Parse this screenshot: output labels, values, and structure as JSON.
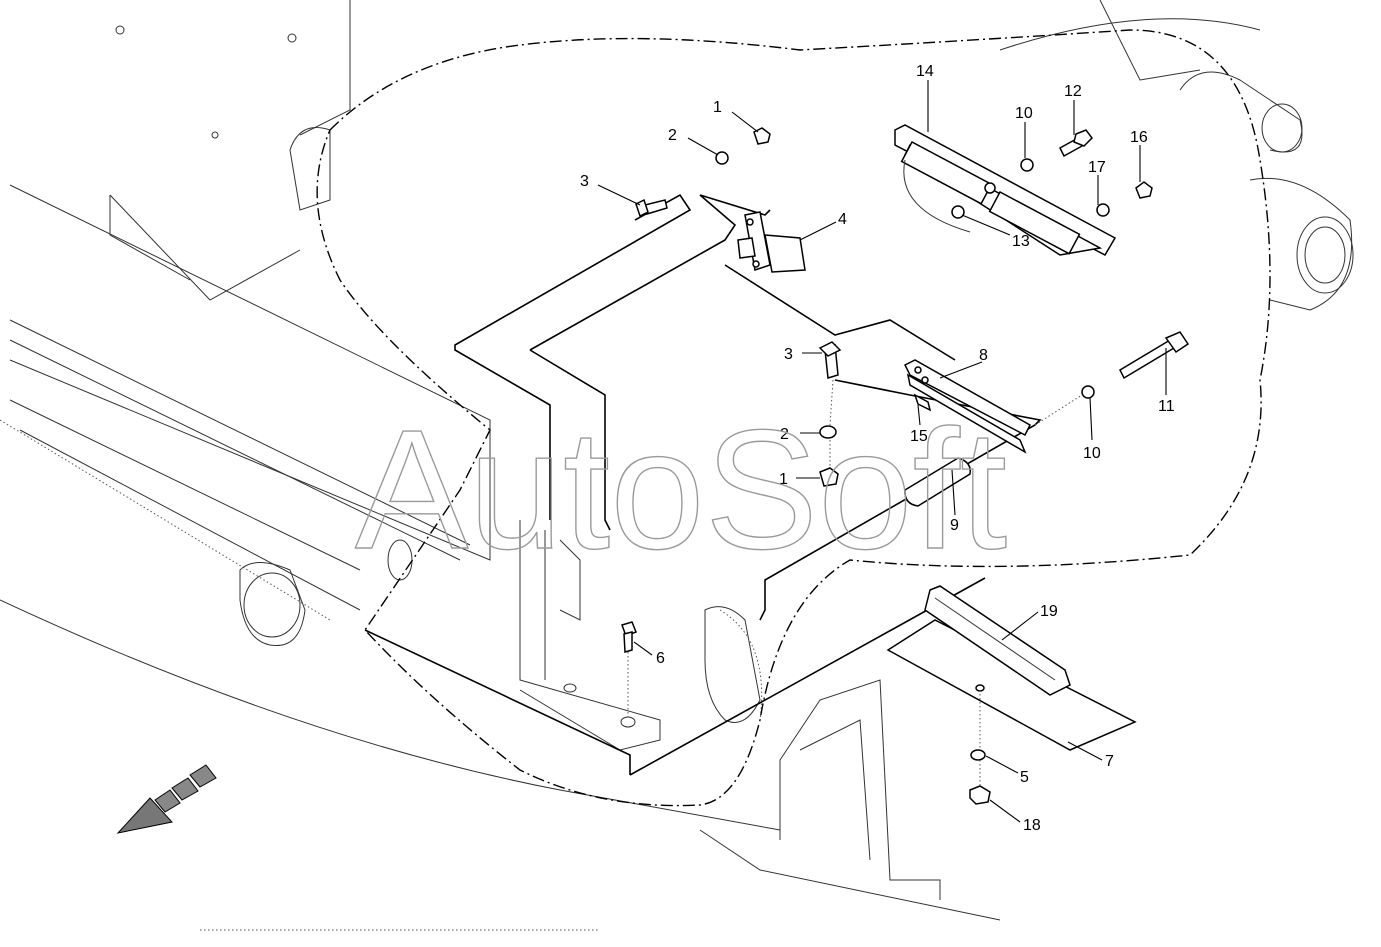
{
  "watermark": "AutoSoft",
  "callouts": {
    "c1a": "1",
    "c2a": "2",
    "c3a": "3",
    "c4": "4",
    "c14": "14",
    "c10a": "10",
    "c12": "12",
    "c16": "16",
    "c17": "17",
    "c13": "13",
    "c3b": "3",
    "c8": "8",
    "c11": "11",
    "c2b": "2",
    "c15": "15",
    "c10b": "10",
    "c1b": "1",
    "c9": "9",
    "c6": "6",
    "c19": "19",
    "c7": "7",
    "c5": "5",
    "c18": "18"
  },
  "icons": {
    "direction_arrow": "triangle-arrow-pointing-down-left"
  },
  "colors": {
    "line": "#000000",
    "watermark": "#9a9a9a",
    "fill_light": "#e6e6e6",
    "fill_dark": "#555555"
  }
}
